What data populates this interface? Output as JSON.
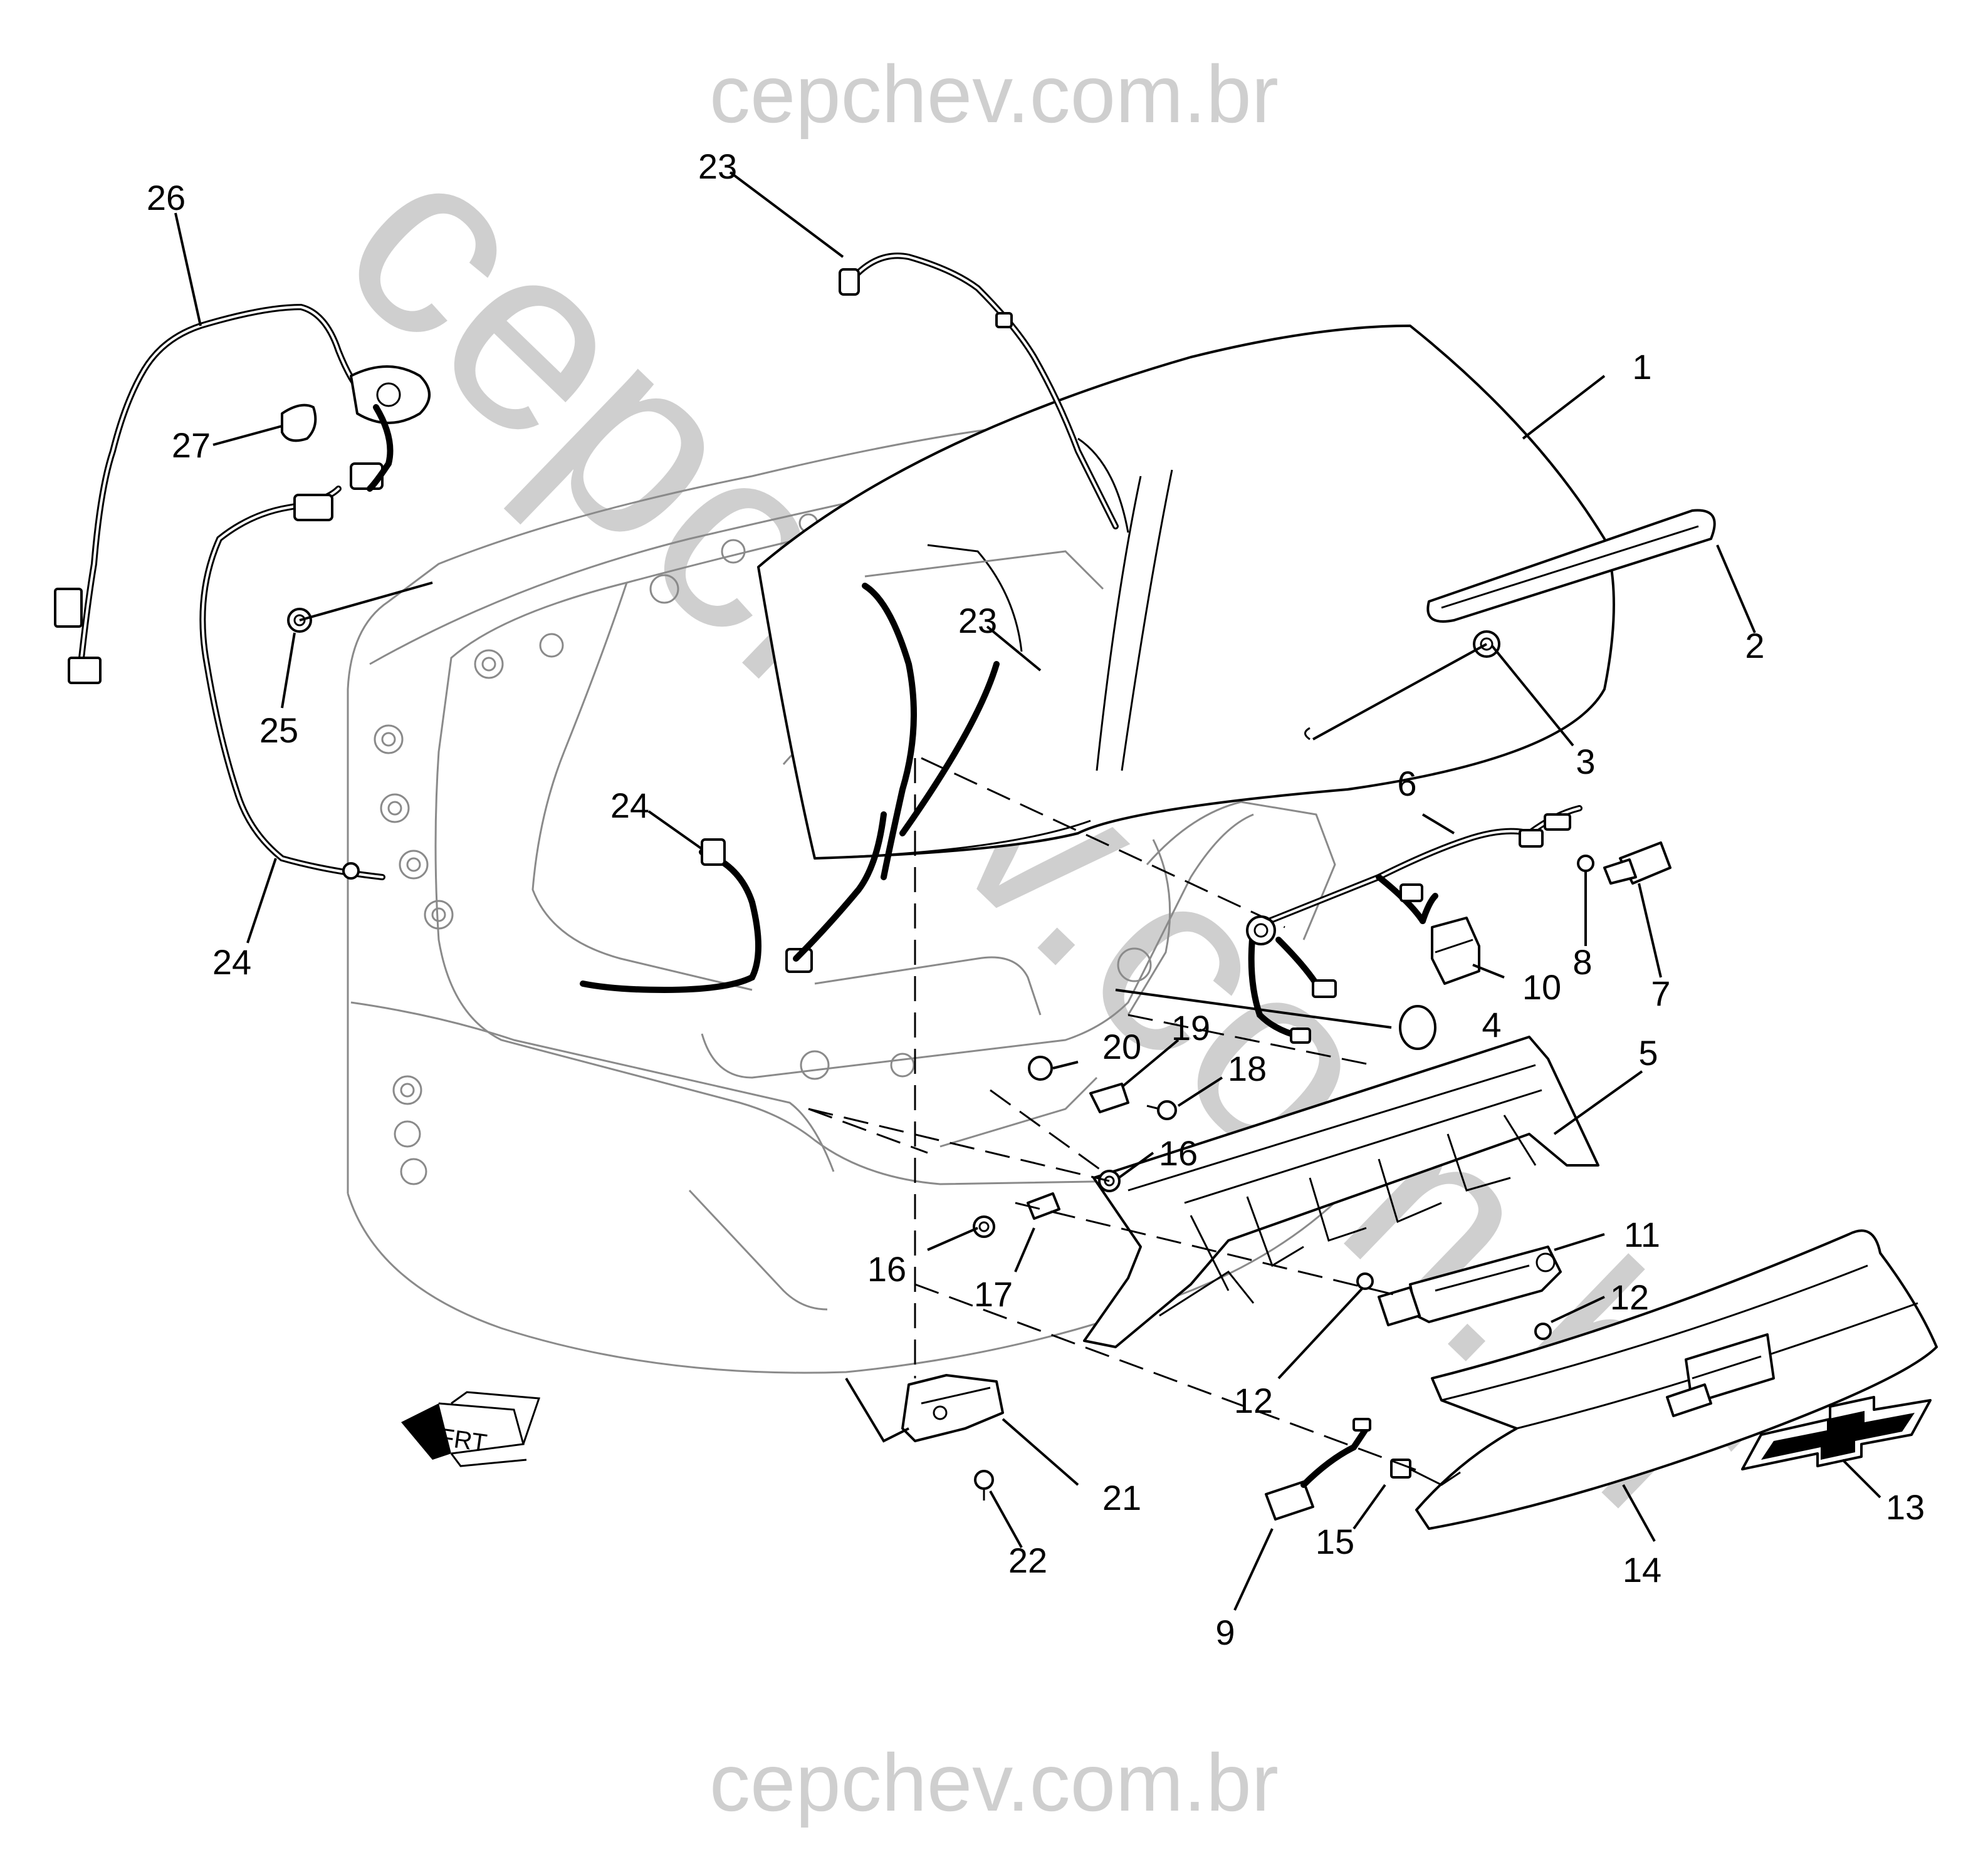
{
  "watermark": {
    "top": "cepchev.com.br",
    "bottom": "cepchev.com.br",
    "diagonal": "cepchev.com.br"
  },
  "callouts": [
    {
      "id": "c1",
      "text": "1"
    },
    {
      "id": "c2",
      "text": "2"
    },
    {
      "id": "c3",
      "text": "3"
    },
    {
      "id": "c4",
      "text": "4"
    },
    {
      "id": "c5",
      "text": "5"
    },
    {
      "id": "c6",
      "text": "6"
    },
    {
      "id": "c7",
      "text": "7"
    },
    {
      "id": "c8",
      "text": "8"
    },
    {
      "id": "c9",
      "text": "9"
    },
    {
      "id": "c10",
      "text": "10"
    },
    {
      "id": "c11",
      "text": "11"
    },
    {
      "id": "c12a",
      "text": "12"
    },
    {
      "id": "c12b",
      "text": "12"
    },
    {
      "id": "c13",
      "text": "13"
    },
    {
      "id": "c14",
      "text": "14"
    },
    {
      "id": "c15",
      "text": "15"
    },
    {
      "id": "c16a",
      "text": "16"
    },
    {
      "id": "c16b",
      "text": "16"
    },
    {
      "id": "c17",
      "text": "17"
    },
    {
      "id": "c18",
      "text": "18"
    },
    {
      "id": "c19",
      "text": "19"
    },
    {
      "id": "c20",
      "text": "20"
    },
    {
      "id": "c21",
      "text": "21"
    },
    {
      "id": "c22",
      "text": "22"
    },
    {
      "id": "c23a",
      "text": "23"
    },
    {
      "id": "c23b",
      "text": "23"
    },
    {
      "id": "c24a",
      "text": "24"
    },
    {
      "id": "c24b",
      "text": "24"
    },
    {
      "id": "c25",
      "text": "25"
    },
    {
      "id": "c26",
      "text": "26"
    },
    {
      "id": "c27",
      "text": "27"
    }
  ],
  "orientation_arrow": {
    "text": "FRT"
  },
  "emblem_icon": "bowtie-emblem-icon"
}
